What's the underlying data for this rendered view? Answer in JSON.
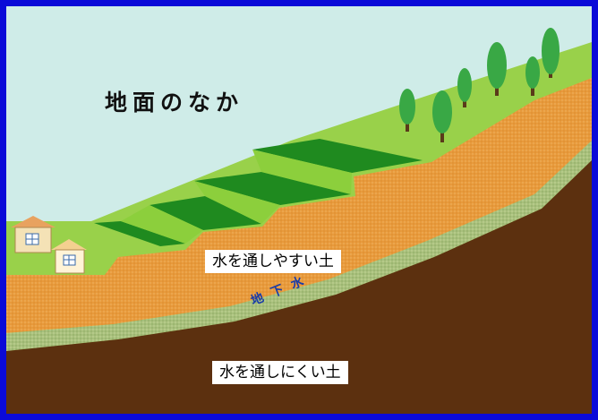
{
  "title": "地面のなか",
  "labels": {
    "permeable_soil": "水を通しやすい土",
    "groundwater": "地下水",
    "impermeable_soil": "水を通しにくい土"
  },
  "colors": {
    "frame": "#0a0ad8",
    "sky": "#cfece8",
    "grass": "#99d14a",
    "terrace_dark": "#1f8a1f",
    "terrace_light": "#8ccf3c",
    "permeable_soil": "#e89a3c",
    "groundwater_band": "#a8c07c",
    "impermeable_soil": "#5c300f",
    "tree": "#39a845",
    "trunk": "#5a3a1a",
    "house_wall": "#f4e2b6",
    "house_roof": "#e8a25f"
  }
}
